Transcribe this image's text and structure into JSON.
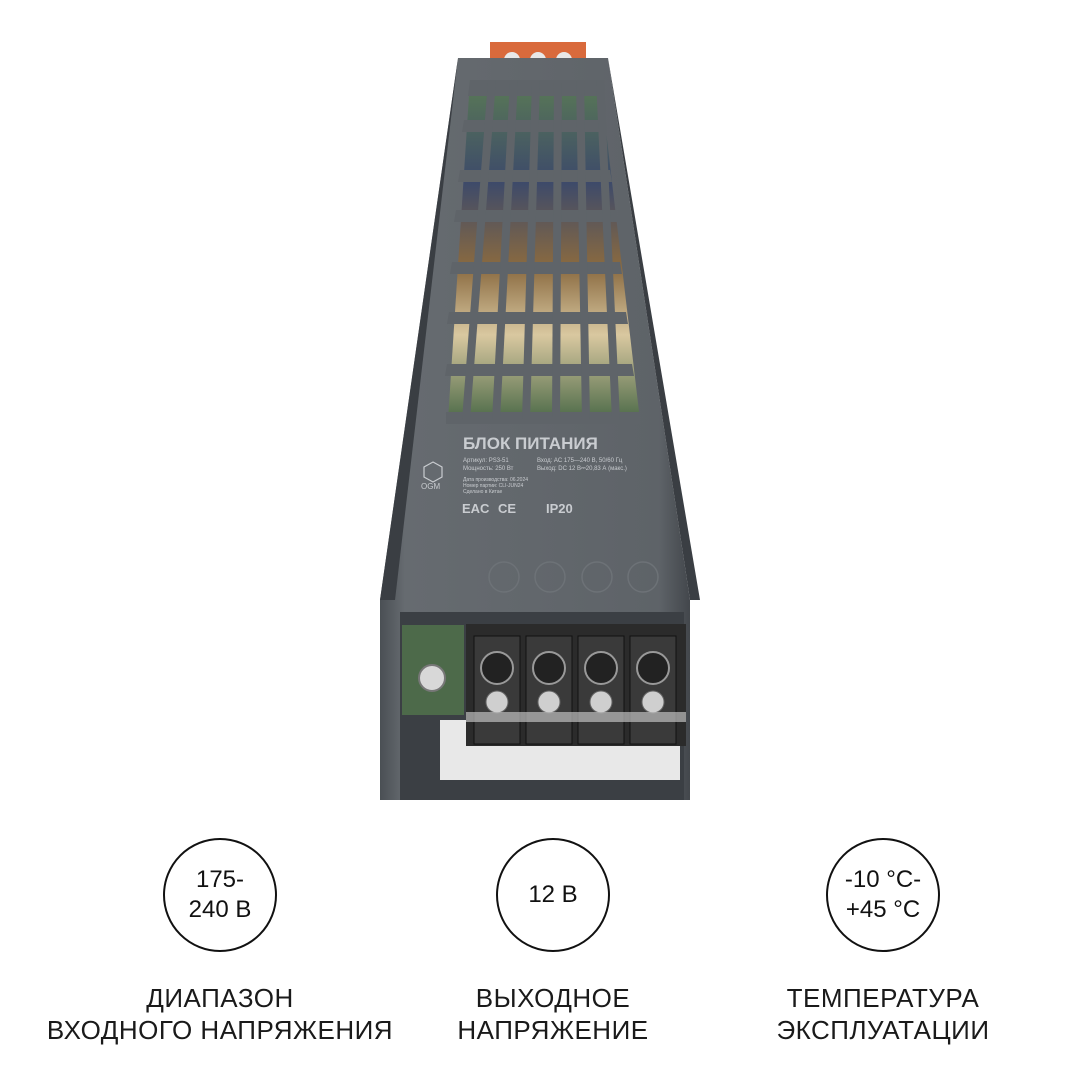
{
  "product": {
    "title": "БЛОК ПИТАНИЯ",
    "label_line1_left": "Артикул: PS3-51",
    "label_line1_right": "Вход: AC 175—240 В, 50/60 Гц",
    "label_line2_left": "Мощность: 250 Вт",
    "label_line2_right": "Выход: DC 12 В⎓20,83 А (макс.)",
    "label_line3": "Дата производства: 06.2024",
    "label_line4": "Номер партии: CLI-JUN24",
    "label_line5": "Сделано в Китае",
    "brand": "OGM",
    "cert_ip": "IP20",
    "cert_eac": "EAC",
    "cert_ce": "CE",
    "colors": {
      "housing": "#5c6166",
      "housing_dark": "#3e4247",
      "terminal": "#2b2b2b"
    }
  },
  "specs": [
    {
      "value": "175-\n240 В",
      "label": "ДИАПАЗОН\nВХОДНОГО НАПРЯЖЕНИЯ"
    },
    {
      "value": "12 В",
      "label": "ВЫХОДНОЕ\nНАПРЯЖЕНИЕ"
    },
    {
      "value": "-10 °C-\n+45 °C",
      "label": "ТЕМПЕРАТУРА\nЭКСПЛУАТАЦИИ"
    }
  ]
}
